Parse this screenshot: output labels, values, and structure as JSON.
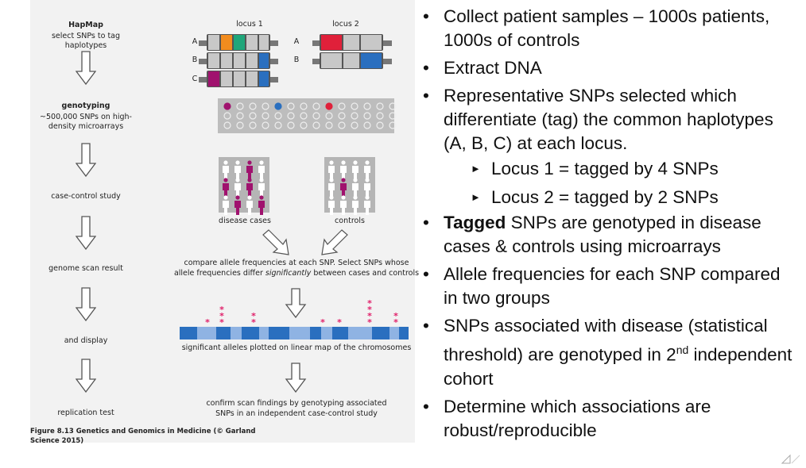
{
  "figure": {
    "left_steps": [
      {
        "title": "HapMap",
        "text": "select SNPs to tag haplotypes"
      },
      {
        "title": "genotyping",
        "text": "~500,000 SNPs on high-density microarrays"
      },
      {
        "title": "",
        "text": "case-control study"
      },
      {
        "title": "",
        "text": "genome scan result"
      },
      {
        "title": "",
        "text": "and display"
      },
      {
        "title": "",
        "text": "replication test"
      }
    ],
    "locus1_label": "locus 1",
    "locus2_label": "locus 2",
    "haplotype_labels": [
      "A",
      "B",
      "C"
    ],
    "disease_cases_label": "disease cases",
    "controls_label": "controls",
    "compare_text_1": "compare allele frequencies at each SNP. Select SNPs whose",
    "compare_text_2a": "allele frequencies differ ",
    "compare_text_2b": "significantly",
    "compare_text_2c": " between cases and controls",
    "plot_text": "significant alleles plotted on linear map of the chromosomes",
    "confirm_text_1": "confirm scan findings by genotyping associated",
    "confirm_text_2": "SNPs in an independent case-control study",
    "caption": "Figure 8.13  Genetics and Genomics in Medicine (© Garland Science 2015)"
  },
  "bullets": [
    {
      "bold": "",
      "text": "Collect patient samples – 1000s patients, 1000s of controls"
    },
    {
      "bold": "",
      "text": "Extract DNA"
    },
    {
      "bold": "",
      "text": "Representative SNPs selected which differentiate (tag) the common haplotypes (A, B, C) at each locus."
    },
    {
      "sub": true,
      "text": "Locus 1 = tagged by 4 SNPs"
    },
    {
      "sub": true,
      "text": "Locus 2 = tagged by 2 SNPs"
    },
    {
      "bold": "Tagged",
      "text": " SNPs are genotyped in disease cases & controls using microarrays"
    },
    {
      "bold": "",
      "text": "Allele frequencies for each SNP compared in two groups"
    },
    {
      "bold": "",
      "text": "SNPs associated with disease (statistical threshold) are genotyped in 2",
      "sup": "nd",
      "tail": " independent cohort"
    },
    {
      "bold": "",
      "text": "Determine which associations are robust/reproducible"
    }
  ],
  "colors": {
    "orange": "#f28c1e",
    "green": "#1fa67a",
    "blue": "#2a6fbf",
    "red": "#e0203a",
    "magenta": "#a0126e",
    "grey": "#c8c8c8",
    "chrom_dark": "#2a6fbf",
    "chrom_light": "#8fb3e3"
  }
}
